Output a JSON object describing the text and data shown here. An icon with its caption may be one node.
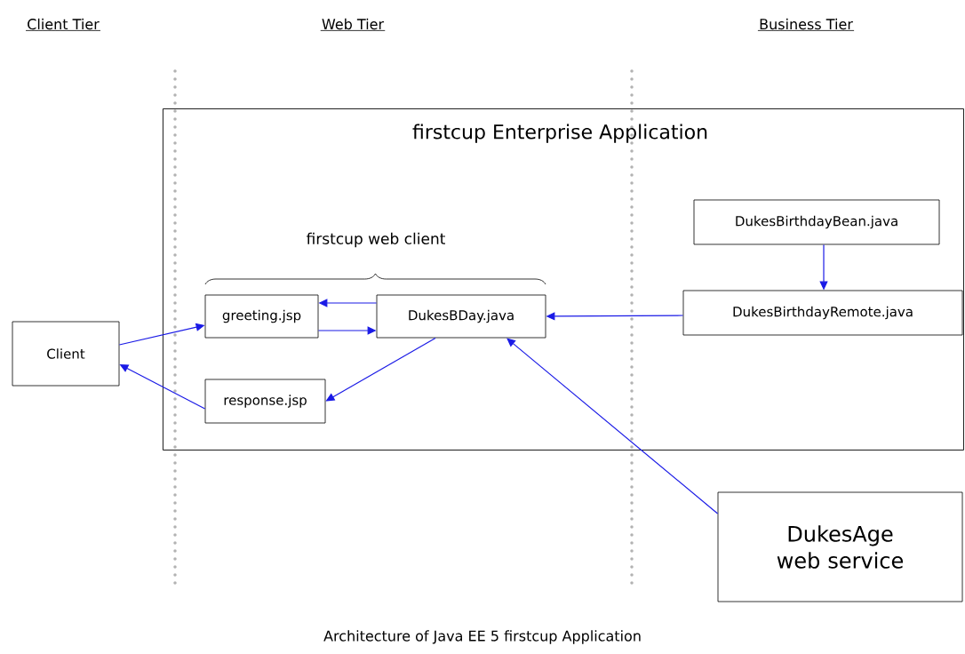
{
  "diagram": {
    "caption": "Architecture of Java EE 5 firstcup Application",
    "nodes": [
      {
        "text": [
          "firstcup Enterprise Application"
        ]
      },
      {
        "text": [
          "Client"
        ]
      },
      {
        "text": [
          "greeting.jsp"
        ],
        "in": 0
      },
      {
        "text": [
          "DukesBDay.java"
        ],
        "in": 0
      },
      {
        "text": [
          "response.jsp"
        ],
        "in": 0
      },
      {
        "text": [
          "DukesBirthdayBean.java"
        ],
        "in": 0
      },
      {
        "text": [
          "DukesBirthdayRemote.java"
        ],
        "in": 0
      },
      {
        "text": [
          "DukesAge web service"
        ]
      }
    ],
    "edges": [
      {
        "from": 1,
        "to": 2,
        "arrow": "to"
      },
      {
        "from": 3,
        "to": 2,
        "arrow": "to"
      },
      {
        "from": 2,
        "to": 3,
        "arrow": "to"
      },
      {
        "from": 3,
        "to": 4,
        "arrow": "to"
      },
      {
        "from": 4,
        "to": 1,
        "arrow": "to"
      },
      {
        "from": 5,
        "to": 6,
        "arrow": "to"
      },
      {
        "from": 6,
        "to": 3,
        "arrow": "to"
      },
      {
        "from": 7,
        "to": 3,
        "arrow": "to"
      }
    ],
    "labels": [
      "Client Tier",
      "Web Tier",
      "Business Tier",
      "firstcup web client"
    ]
  }
}
